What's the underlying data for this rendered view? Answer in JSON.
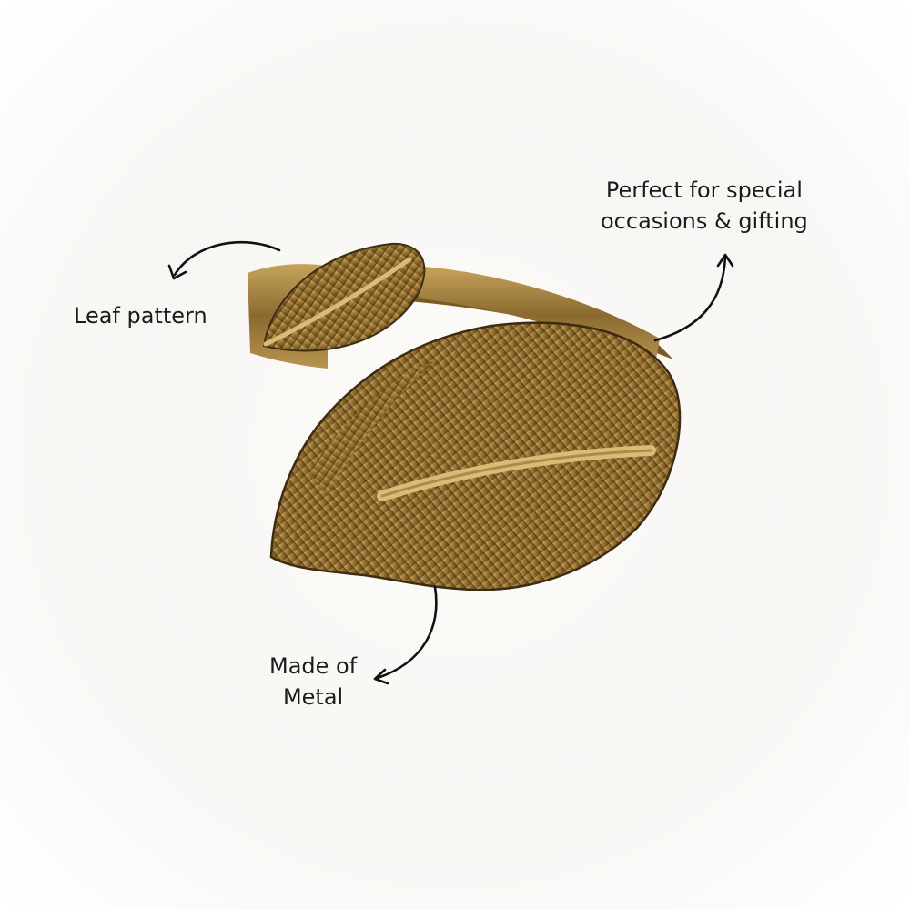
{
  "callouts": {
    "leaf_pattern": "Leaf pattern",
    "occasions_line1": "Perfect for special",
    "occasions_line2": "occasions & gifting",
    "metal_line1": "Made of",
    "metal_line2": "Metal"
  },
  "colors": {
    "background": "#ffffff",
    "text": "#1b1b1b",
    "gold_light": "#c9a55a",
    "gold_mid": "#8c6a2e",
    "gold_dark": "#3d2b12"
  },
  "icons": [
    "curved-arrow-icon"
  ]
}
